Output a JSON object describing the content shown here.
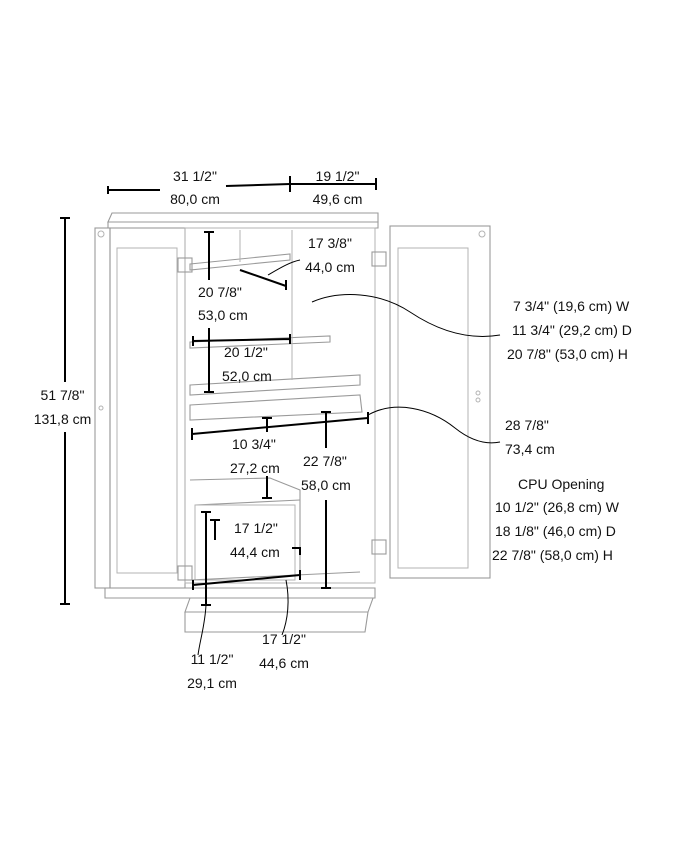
{
  "dimensions": {
    "width": {
      "imperial": "31 1/2\"",
      "metric": "80,0 cm"
    },
    "depth": {
      "imperial": "19 1/2\"",
      "metric": "49,6 cm"
    },
    "height": {
      "imperial": "51 7/8\"",
      "metric": "131,8 cm"
    },
    "upper_shelf_depth": {
      "imperial": "17 3/8\"",
      "metric": "44,0 cm"
    },
    "upper_opening_height": {
      "imperial": "20 7/8\"",
      "metric": "53,0 cm"
    },
    "upper_opening_width": {
      "imperial": "20 1/2\"",
      "metric": "52,0 cm"
    },
    "side_shelves": {
      "width": "7 3/4\" (19,6 cm) W",
      "depth": "11 3/4\" (29,2 cm) D",
      "height": "20 7/8\" (53,0 cm) H"
    },
    "interior_width": {
      "imperial": "28 7/8\"",
      "metric": "73,4 cm"
    },
    "drawer_gap": {
      "imperial": "10 3/4\"",
      "metric": "27,2 cm"
    },
    "lower_height": {
      "imperial": "22 7/8\"",
      "metric": "58,0 cm"
    },
    "cpu_inner_depth": {
      "imperial": "17 1/2\"",
      "metric": "44,4 cm"
    },
    "cpu_width": {
      "imperial": "11 1/2\"",
      "metric": "29,1 cm"
    },
    "cpu_depth": {
      "imperial": "17 1/2\"",
      "metric": "44,6 cm"
    },
    "cpu_opening": {
      "title": "CPU Opening",
      "width": "10 1/2\" (26,8 cm) W",
      "depth": "18 1/8\" (46,0 cm) D",
      "height": "22 7/8\" (58,0 cm) H"
    }
  }
}
